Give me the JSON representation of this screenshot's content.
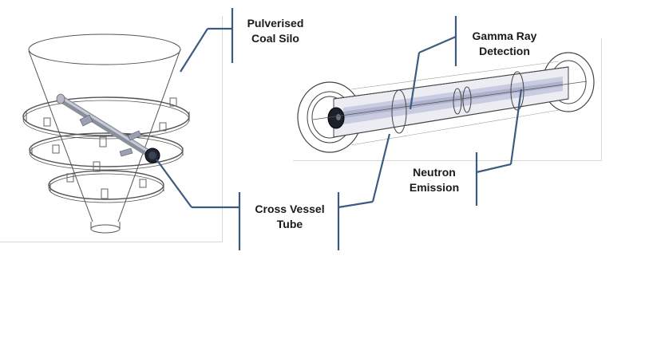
{
  "labels": {
    "silo": {
      "line1": "Pulverised",
      "line2": "Coal Silo"
    },
    "gamma": {
      "line1": "Gamma Ray",
      "line2": "Detection"
    },
    "neutron": {
      "line1": "Neutron",
      "line2": "Emission"
    },
    "cross": {
      "line1": "Cross Vessel",
      "line2": "Tube"
    }
  },
  "colors": {
    "callout": "#3d5a80",
    "drawing": "#444444",
    "tube_fill": "#e6e6ef"
  }
}
